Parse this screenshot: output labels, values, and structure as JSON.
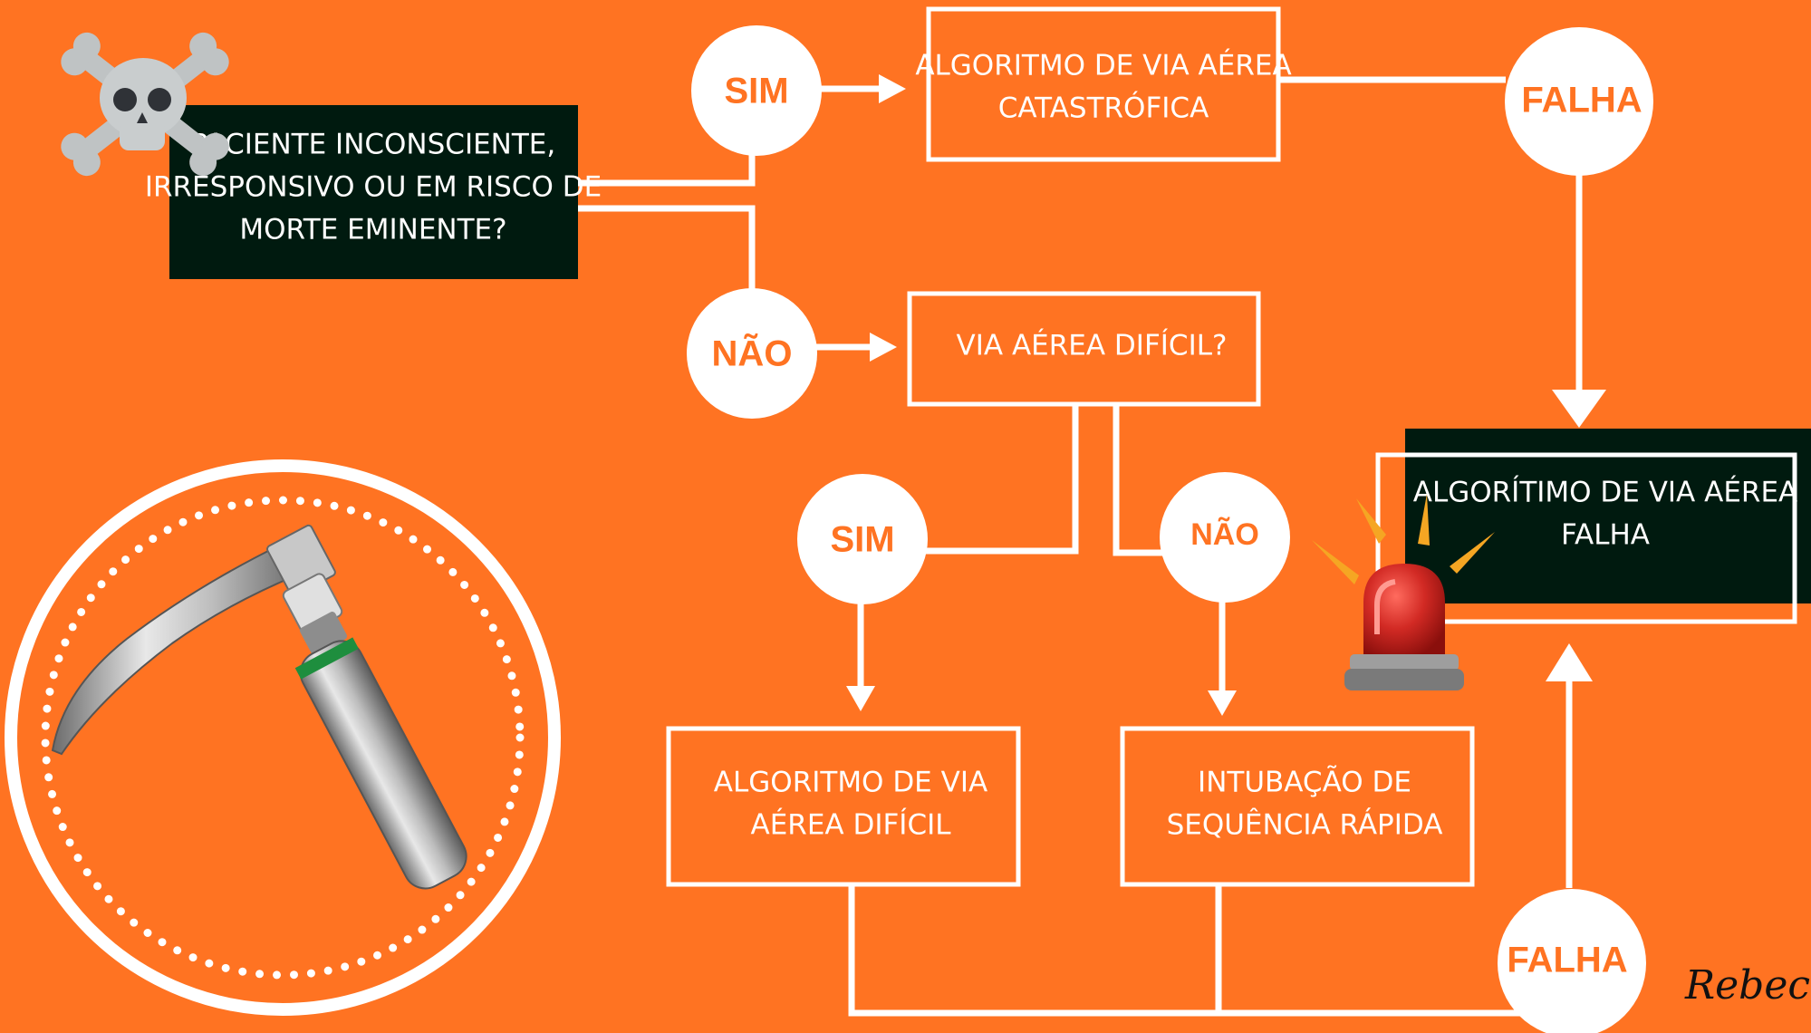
{
  "nodes": {
    "question": {
      "lines": [
        "PACIENTE INCONSCIENTE,",
        "IRRESPONSIVO OU EM RISCO DE",
        "MORTE EMINENTE?"
      ]
    },
    "catastrophic": {
      "lines": [
        "ALGORITMO DE VIA AÉREA",
        "CATASTRÓFICA"
      ]
    },
    "difficult_question": {
      "lines": [
        "VIA AÉREA DIFÍCIL?"
      ]
    },
    "failed": {
      "lines": [
        "ALGORÍTIMO DE VIA AÉREA",
        "FALHA"
      ]
    },
    "difficult_algorithm": {
      "lines": [
        "ALGORITMO DE VIA",
        "AÉREA DIFÍCIL"
      ]
    },
    "rsi": {
      "lines": [
        "INTUBAÇÃO DE",
        "SEQUÊNCIA RÁPIDA"
      ]
    }
  },
  "decisions": {
    "yes_top": "SIM",
    "no_top": "NÃO",
    "yes_mid": "SIM",
    "no_mid": "NÃO",
    "fail_top": "FALHA",
    "fail_bottom": "FALHA"
  },
  "signature": "RebecaB",
  "colors": {
    "background": "#FF7322",
    "dark_box": "#001A0F",
    "white": "#FFFFFF",
    "siren": "#C8201E"
  },
  "icons": [
    "skull-crossbones-icon",
    "laryngoscope-icon",
    "siren-icon"
  ]
}
